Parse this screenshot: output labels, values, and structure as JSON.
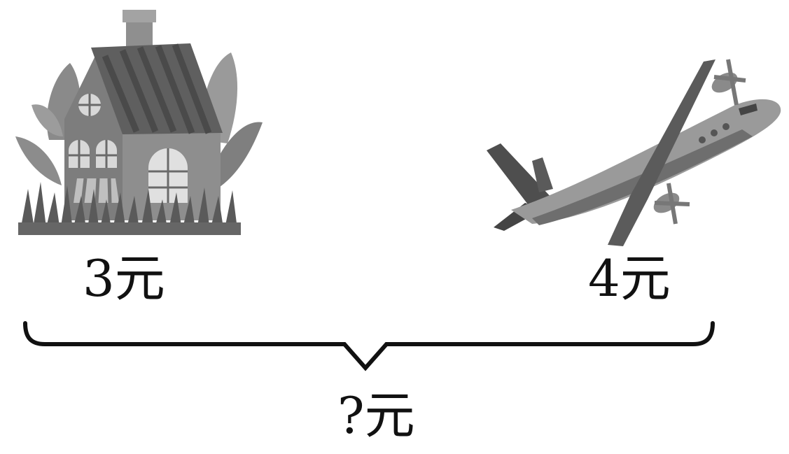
{
  "items": [
    {
      "icon": "house-icon",
      "price": "3元"
    },
    {
      "icon": "airplane-icon",
      "price": "4元"
    }
  ],
  "total": {
    "label": "?元"
  }
}
